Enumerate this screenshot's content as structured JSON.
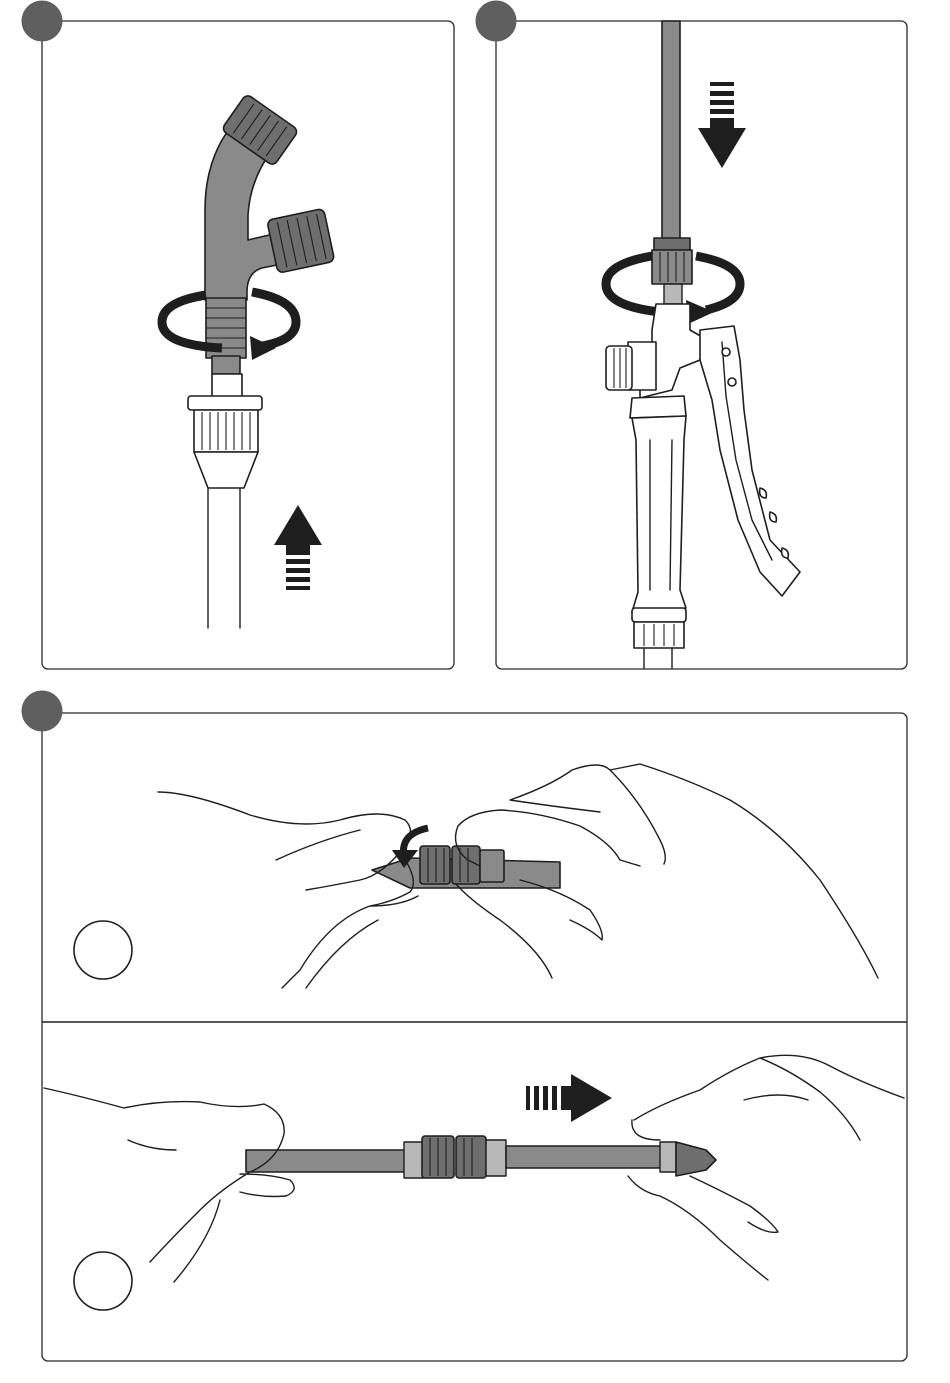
{
  "steps": [
    {
      "id": "1",
      "label": ""
    },
    {
      "id": "2",
      "label": ""
    },
    {
      "id": "3",
      "label": ""
    }
  ],
  "substeps": [
    {
      "id": "a",
      "label": ""
    },
    {
      "id": "b",
      "label": ""
    }
  ],
  "colors": {
    "marker": "#5f5f5f",
    "part_grey": "#8a8a8a",
    "outline": "#1e1e1e"
  }
}
